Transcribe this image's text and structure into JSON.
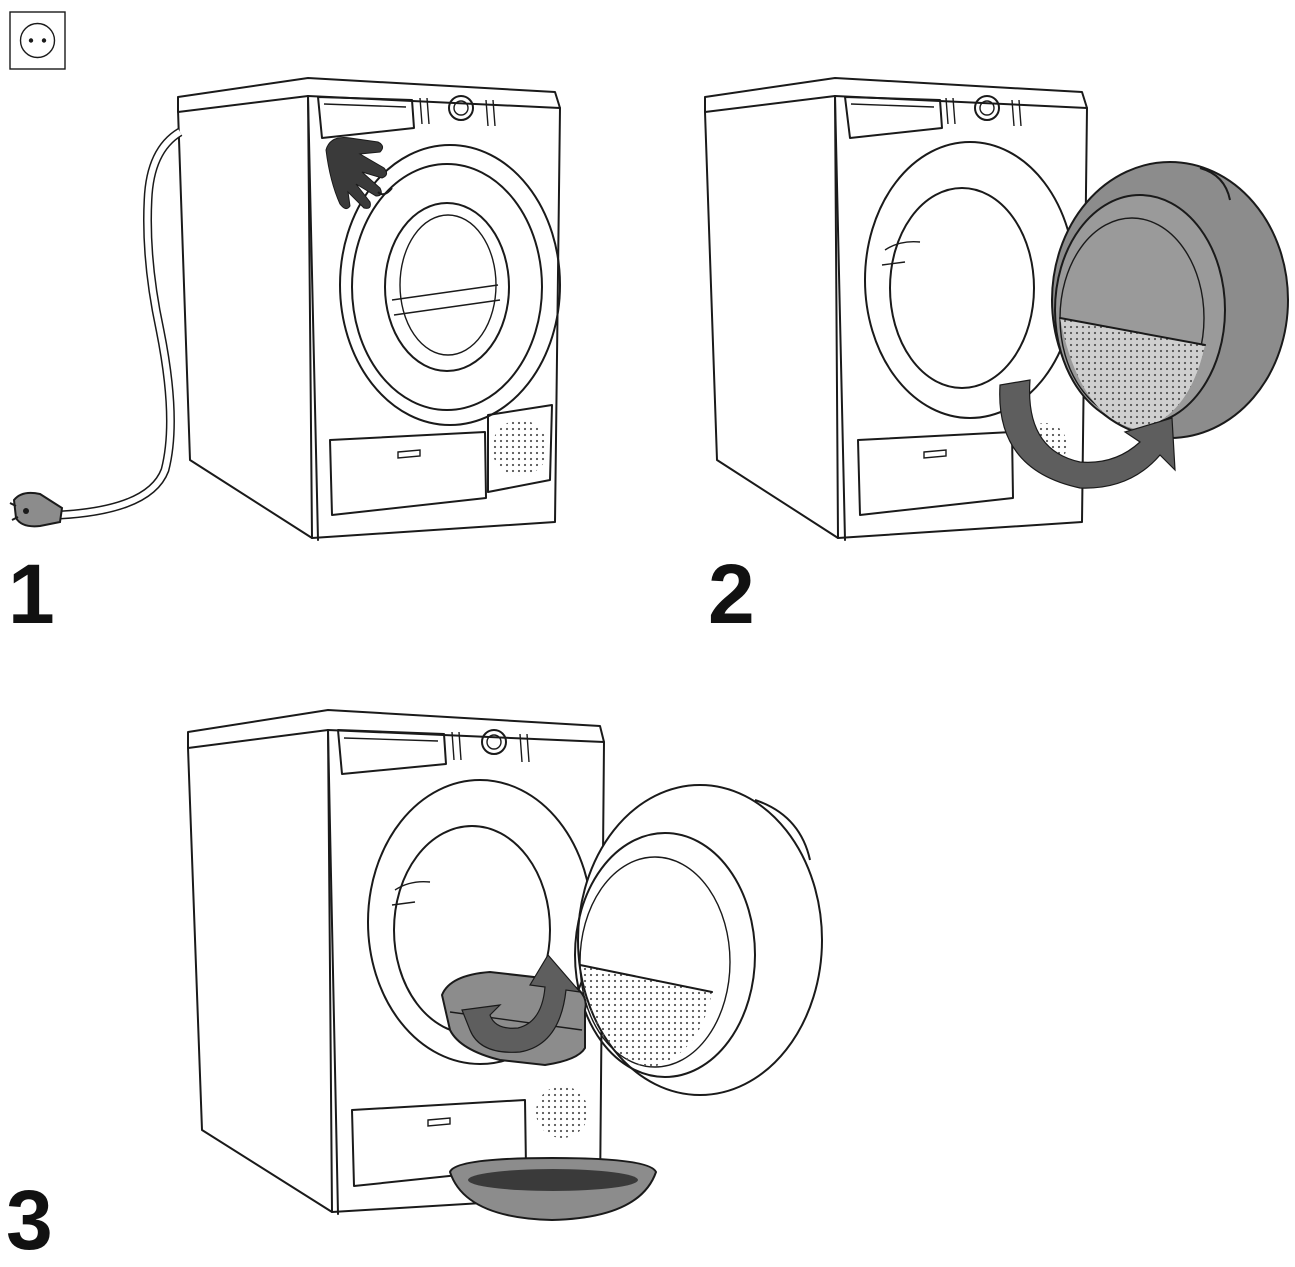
{
  "steps": [
    {
      "number": "1"
    },
    {
      "number": "2"
    },
    {
      "number": "3"
    }
  ],
  "icons": {
    "socket": "power-socket-icon",
    "plug": "power-plug-icon",
    "hand": "hand-icon",
    "rotate_arrow": "curved-arrow-icon"
  },
  "colors": {
    "line": "#1a1a1a",
    "shade": "#8c8c8c",
    "arrow": "#5e5e5e",
    "water": "#3a3a3a",
    "dots": "#555555"
  }
}
